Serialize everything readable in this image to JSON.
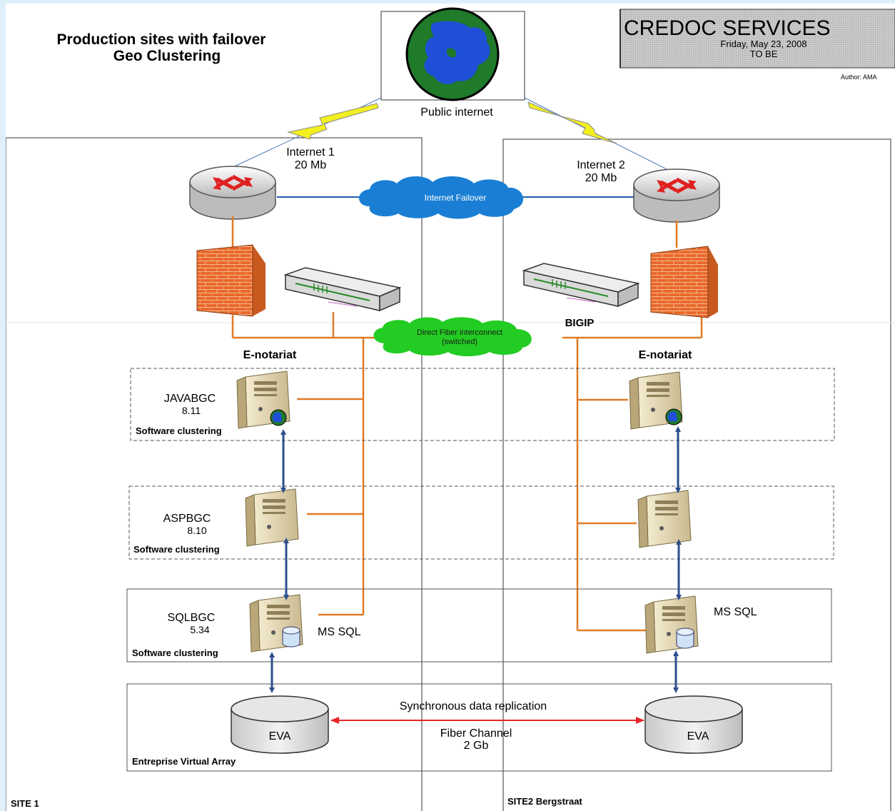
{
  "title": {
    "line1": "Production sites with failover",
    "line2": "Geo Clustering"
  },
  "header_box": {
    "company": "CREDOC SERVICES",
    "date": "Friday, May 23, 2008",
    "status": "TO BE",
    "author": "Author: AMA"
  },
  "internet": {
    "label": "Public internet"
  },
  "links": {
    "internet1_name": "Internet 1",
    "internet1_speed": "20 Mb",
    "internet2_name": "Internet 2",
    "internet2_speed": "20 Mb",
    "failover_cloud": "Internet Failover",
    "fiber_cloud_line1": "Direct Fiber interconnect",
    "fiber_cloud_line2": "(switched)",
    "bigip_label": "BIGIP"
  },
  "sections": {
    "left_enotariat": "E-notariat",
    "right_enotariat": "E-notariat"
  },
  "servers": {
    "java_name": "JAVABGC",
    "java_version": "8.11",
    "asp_name": "ASPBGC",
    "asp_version": "8.10",
    "sql_name": "SQLBGC",
    "sql_version": "5.34",
    "ms_sql_left": "MS SQL",
    "ms_sql_right": "MS SQL"
  },
  "clusters": {
    "java_cluster": "Software clustering",
    "asp_cluster": "Software clustering",
    "sql_cluster": "Software clustering",
    "storage_box": "Entreprise Virtual Array"
  },
  "storage": {
    "eva_left": "EVA",
    "eva_right": "EVA",
    "replication": "Synchronous data replication",
    "channel": "Fiber Channel",
    "channel_speed": "2 Gb"
  },
  "sites": {
    "site1": "SITE 1",
    "site2": "SITE2 Bergstraat"
  },
  "colors": {
    "orange_line": "#e07a24",
    "blue_line": "#1f5faa",
    "arrow_blue": "#2d4f8c",
    "replication_red": "#e8262a",
    "cloud_blue": "#1a7fd4",
    "cloud_green": "#22cc22",
    "globe_ocean": "#1f7a2a",
    "globe_land": "#1e4fd6",
    "firewall": "#e8682a",
    "lightning": "#f2ef20"
  }
}
